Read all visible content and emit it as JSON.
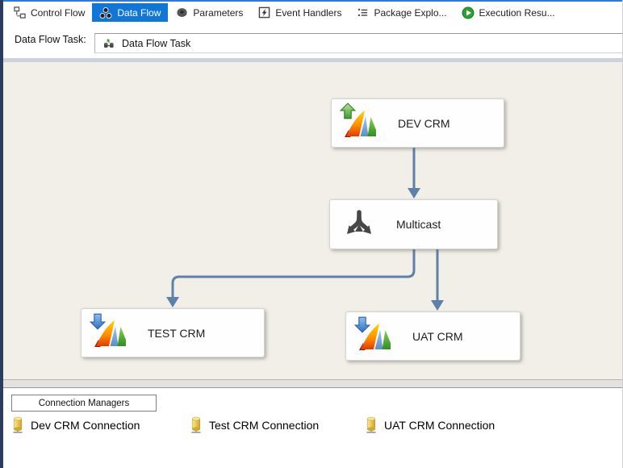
{
  "tabs": [
    {
      "label": "Control Flow",
      "icon": "flowchart-boxes",
      "selected": false
    },
    {
      "label": "Data Flow",
      "icon": "linked-nodes",
      "selected": true
    },
    {
      "label": "Parameters",
      "icon": "gear",
      "selected": false
    },
    {
      "label": "Event Handlers",
      "icon": "window-lightning",
      "selected": false
    },
    {
      "label": "Package Explo...",
      "icon": "tree-list",
      "selected": false
    },
    {
      "label": "Execution Resu...",
      "icon": "play-circle",
      "selected": false
    }
  ],
  "toolbar": {
    "label": "Data Flow Task:",
    "task_name": "Data Flow Task",
    "task_icon": "data-flow-task"
  },
  "nodes": [
    {
      "label": "DEV CRM",
      "type": "source",
      "icon": "dynamics-crm-logo",
      "badge": "green-up-arrow"
    },
    {
      "label": "Multicast",
      "type": "multicast",
      "icon": "branching-arrows",
      "badge": null
    },
    {
      "label": "TEST CRM",
      "type": "destination",
      "icon": "dynamics-crm-logo",
      "badge": "blue-down-arrow"
    },
    {
      "label": "UAT CRM",
      "type": "destination",
      "icon": "dynamics-crm-logo",
      "badge": "blue-down-arrow"
    }
  ],
  "connections": [
    {
      "from": "DEV CRM",
      "to": "Multicast"
    },
    {
      "from": "Multicast",
      "to": "TEST CRM"
    },
    {
      "from": "Multicast",
      "to": "UAT CRM"
    }
  ],
  "tray": {
    "tab_label": "Connection Managers",
    "items": [
      {
        "label": "Dev CRM Connection",
        "icon": "database-cylinder"
      },
      {
        "label": "Test CRM Connection",
        "icon": "database-cylinder"
      },
      {
        "label": "UAT CRM Connection",
        "icon": "database-cylinder"
      }
    ]
  },
  "colors": {
    "selected_tab": "#1177d7",
    "connector": "#5e81a8",
    "canvas_background": "#f2efe9",
    "connection_icon_gold": "#e6c34a",
    "left_border": "#2c3c5c"
  }
}
